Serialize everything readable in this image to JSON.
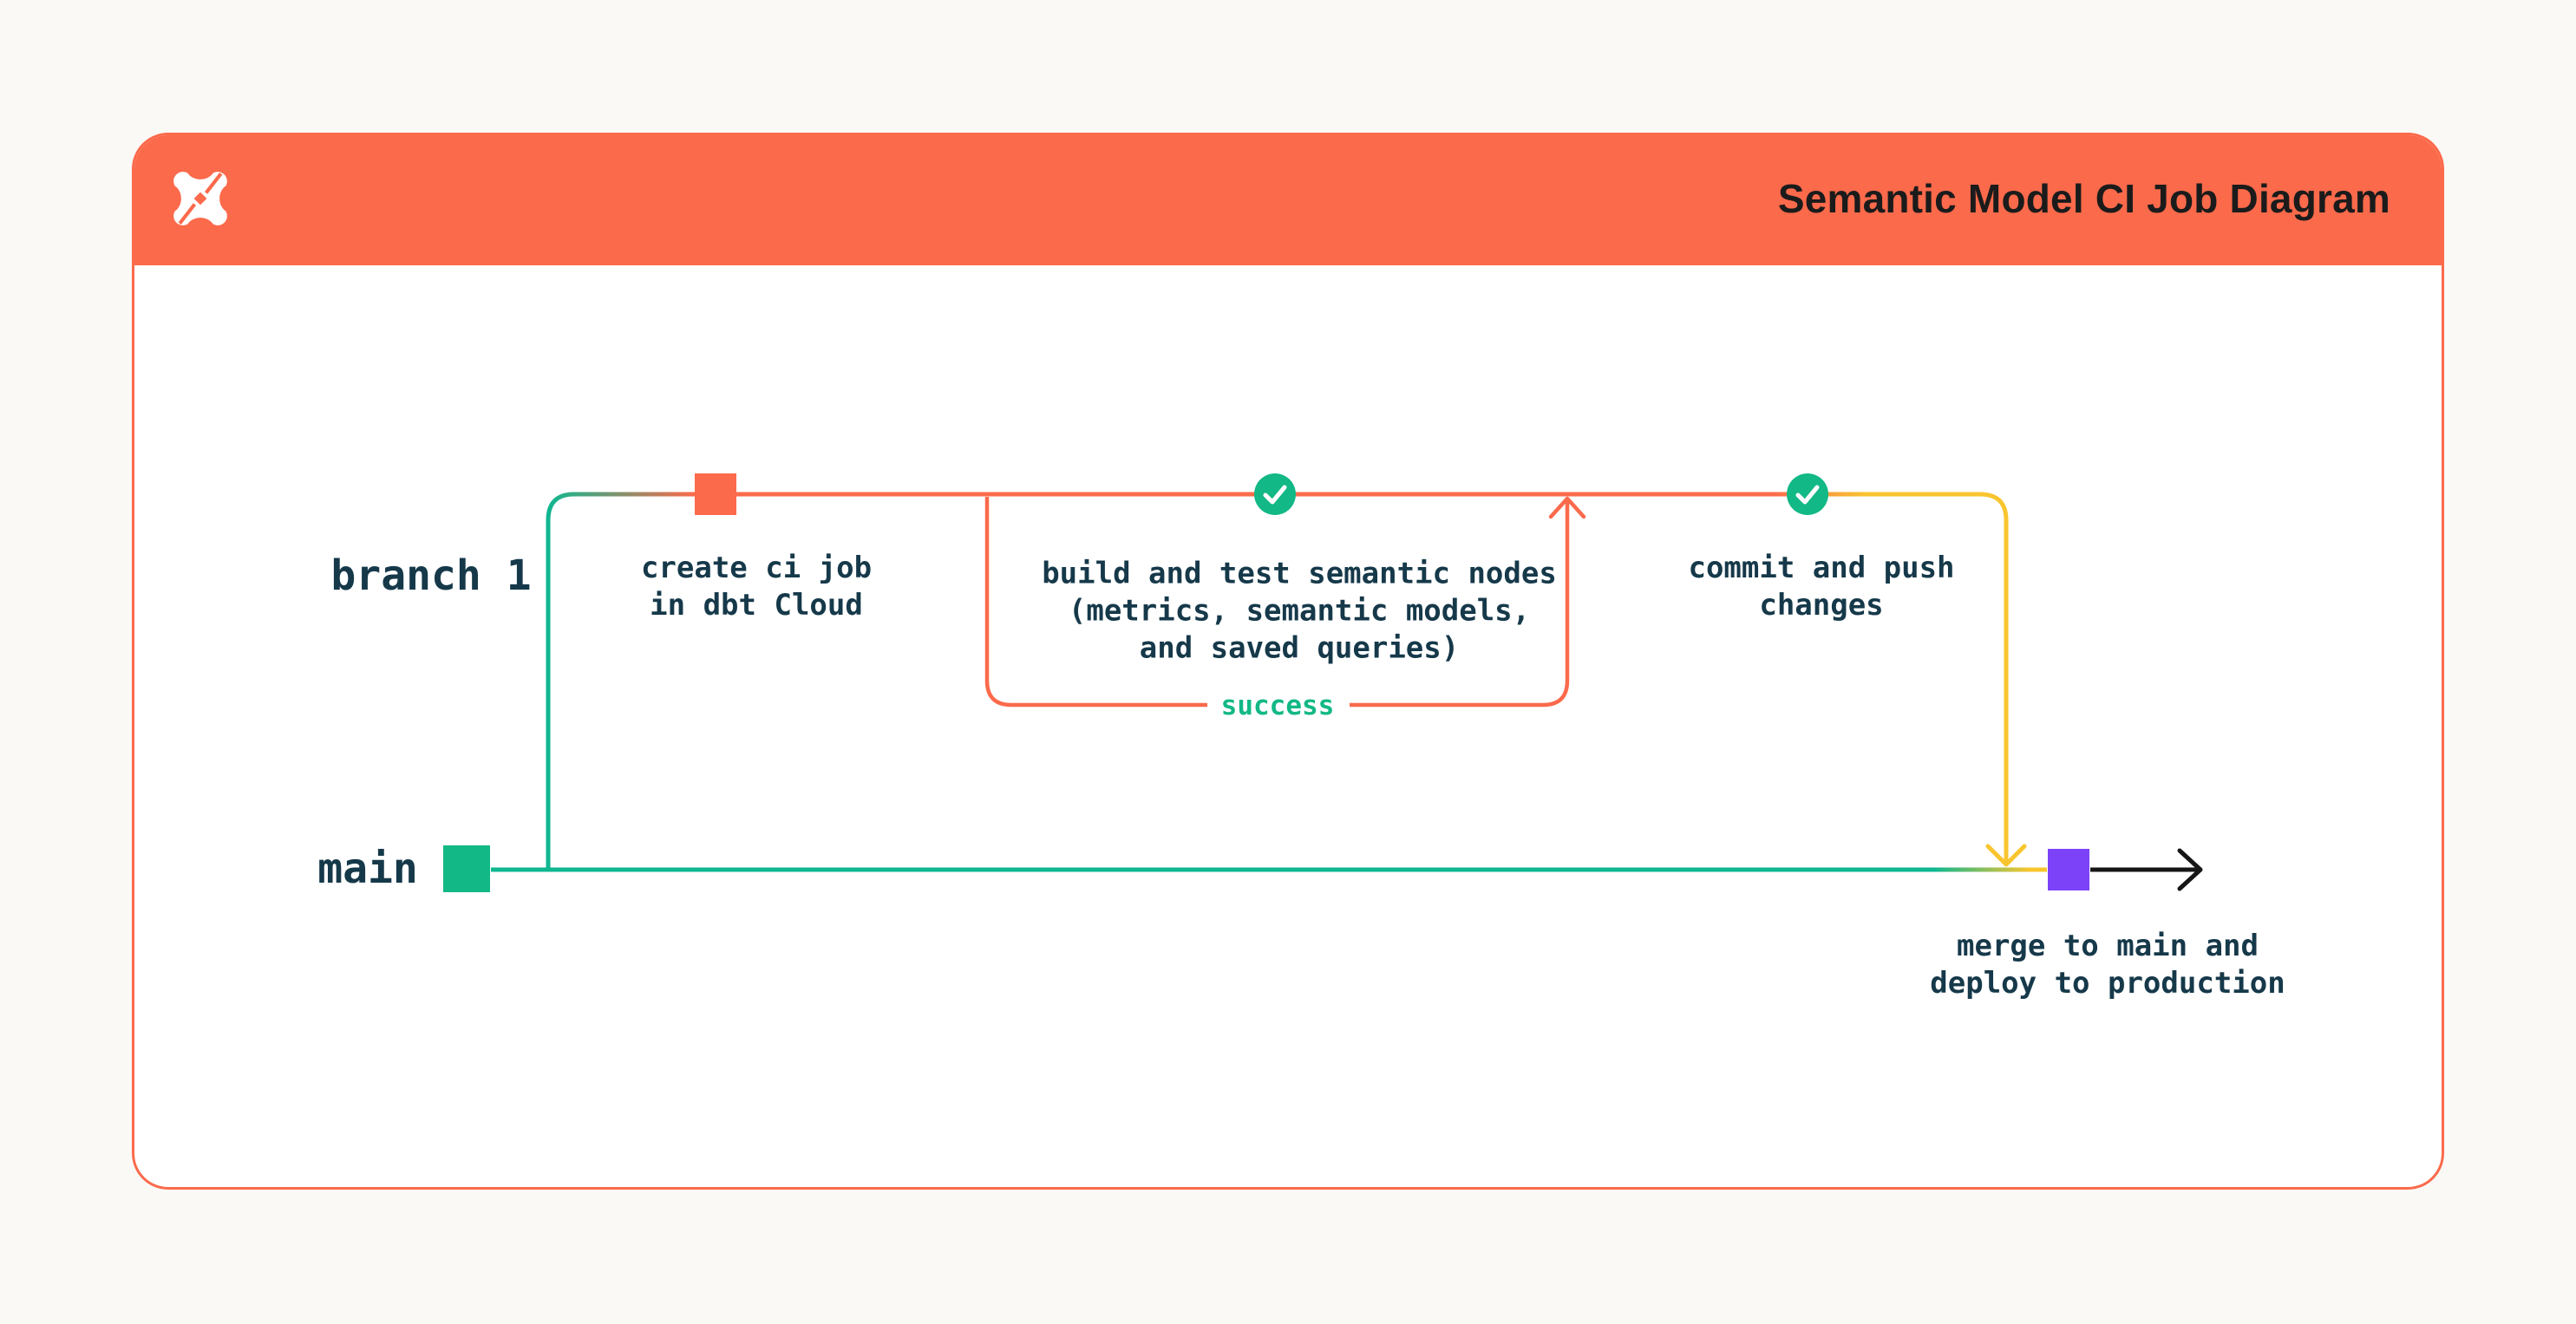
{
  "header": {
    "title": "Semantic Model CI Job Diagram",
    "logo": "dbt-logo",
    "background": "#fb6a4b",
    "title_color": "#1b1b1b"
  },
  "colors": {
    "coral": "#fb6a4b",
    "green": "#12b886",
    "green_line": "#0fb790",
    "yellow": "#f9c52f",
    "purple": "#7c42f8",
    "text_dark": "#16394a",
    "arrow_black": "#161616",
    "page_background": "#fbf9f6",
    "card_background": "#ffffff"
  },
  "diagram": {
    "branches": [
      {
        "id": "branch-1",
        "label": "branch 1"
      },
      {
        "id": "main",
        "label": "main"
      }
    ],
    "nodes": [
      {
        "id": "create-ci-job",
        "marker": "orange-square",
        "lines": [
          "create ci job",
          "in dbt Cloud"
        ]
      },
      {
        "id": "build-and-test",
        "marker": "check-circle",
        "lines": [
          "build and test semantic nodes",
          "(metrics, semantic models,",
          "and saved queries)"
        ]
      },
      {
        "id": "commit-and-push",
        "marker": "check-circle",
        "lines": [
          "commit and push",
          "changes"
        ]
      },
      {
        "id": "merge-and-deploy",
        "marker": "purple-square",
        "lines": [
          "merge to main and",
          "deploy to production"
        ]
      }
    ],
    "loop": {
      "label": "success"
    }
  }
}
